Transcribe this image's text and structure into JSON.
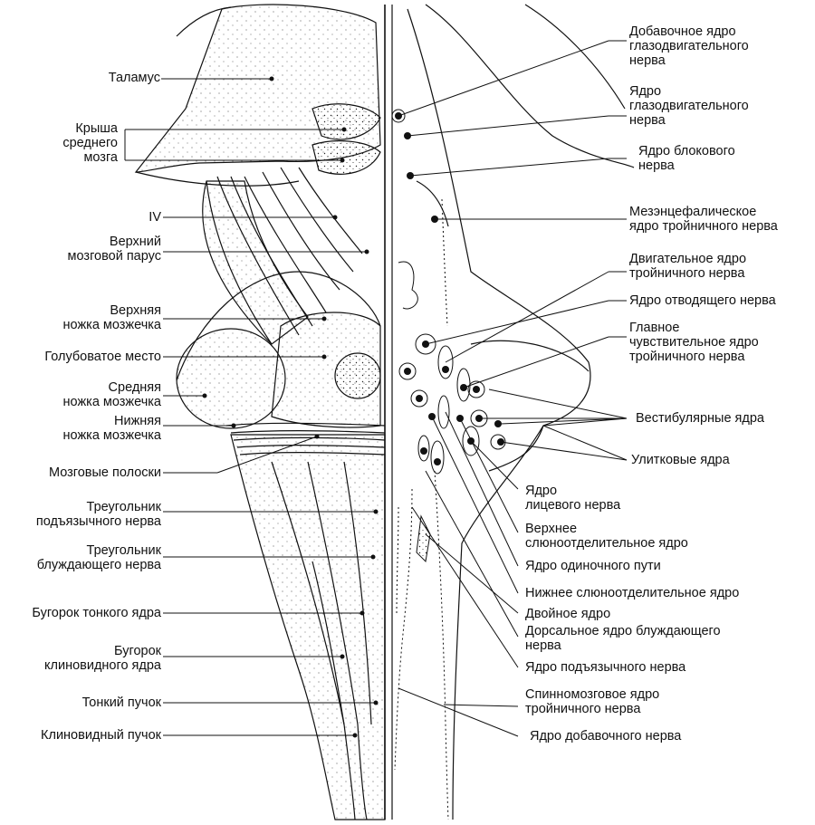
{
  "labels_left": [
    {
      "id": "thalamus",
      "text": "Таламус"
    },
    {
      "id": "midbrain-roof",
      "text": "Крыша\nсреднего\nмозга"
    },
    {
      "id": "nerve-iv",
      "text": "IV"
    },
    {
      "id": "superior-medullary-velum",
      "text": "Верхний\nмозговой парус"
    },
    {
      "id": "superior-cerebellar-peduncle",
      "text": "Верхняя\nножка мозжечка"
    },
    {
      "id": "locus-coeruleus",
      "text": "Голубоватое место"
    },
    {
      "id": "middle-cerebellar-peduncle",
      "text": "Средняя\nножка мозжечка"
    },
    {
      "id": "inferior-cerebellar-peduncle",
      "text": "Нижняя\nножка мозжечка"
    },
    {
      "id": "medullary-striae",
      "text": "Мозговые полоски"
    },
    {
      "id": "hypoglossal-trigone",
      "text": "Треугольник\nподъязычного нерва"
    },
    {
      "id": "vagal-trigone",
      "text": "Треугольник\nблуждающего нерва"
    },
    {
      "id": "gracile-tubercle",
      "text": "Бугорок тонкого ядра"
    },
    {
      "id": "cuneate-tubercle",
      "text": "Бугорок\nклиновидного ядра"
    },
    {
      "id": "gracile-fasciculus",
      "text": "Тонкий пучок"
    },
    {
      "id": "cuneate-fasciculus",
      "text": "Клиновидный пучок"
    }
  ],
  "labels_right": [
    {
      "id": "accessory-oculomotor-nucleus",
      "text": "Добавочное ядро\nглазодвигательного\nнерва"
    },
    {
      "id": "oculomotor-nucleus",
      "text": "Ядро\nглазодвигательного\nнерва"
    },
    {
      "id": "trochlear-nucleus",
      "text": "Ядро блокового\nнерва"
    },
    {
      "id": "mesencephalic-trigeminal-nucleus",
      "text": "Мезэнцефалическое\nядро тройничного нерва"
    },
    {
      "id": "motor-trigeminal-nucleus",
      "text": "Двигательное ядро\nтройничного нерва"
    },
    {
      "id": "abducens-nucleus",
      "text": "Ядро отводящего нерва"
    },
    {
      "id": "principal-sensory-trigeminal-nucleus",
      "text": "Главное\nчувствительное ядро\nтройничного нерва"
    },
    {
      "id": "vestibular-nuclei",
      "text": "Вестибулярные ядра"
    },
    {
      "id": "cochlear-nuclei",
      "text": "Улитковые ядра"
    },
    {
      "id": "facial-nucleus",
      "text": "Ядро\nлицевого нерва"
    },
    {
      "id": "superior-salivatory-nucleus",
      "text": "Верхнее\nслюноотделительное ядро"
    },
    {
      "id": "solitary-tract-nucleus",
      "text": "Ядро одиночного пути"
    },
    {
      "id": "inferior-salivatory-nucleus",
      "text": "Нижнее слюноотделительное ядро"
    },
    {
      "id": "nucleus-ambiguus",
      "text": "Двойное ядро"
    },
    {
      "id": "dorsal-vagal-nucleus",
      "text": "Дорсальное ядро блуждающего\nнерва"
    },
    {
      "id": "hypoglossal-nucleus",
      "text": "Ядро подъязычного нерва"
    },
    {
      "id": "spinal-trigeminal-nucleus",
      "text": "Спинномозговое ядро\nтройничного нерва"
    },
    {
      "id": "accessory-nucleus",
      "text": "Ядро добавочного нерва"
    }
  ],
  "colors": {
    "ink": "#111111",
    "background": "#ffffff",
    "stipple": "#222222"
  }
}
